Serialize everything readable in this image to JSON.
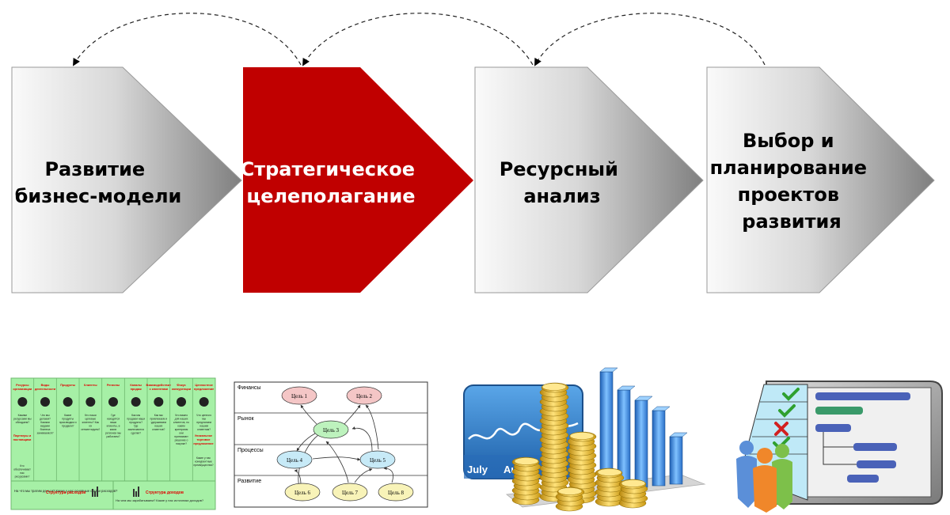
{
  "process": {
    "steps": [
      {
        "lines": [
          "Развитие",
          "бизнес-модели"
        ]
      },
      {
        "lines": [
          "Стратегическое",
          "целеполагание"
        ]
      },
      {
        "lines": [
          "Ресурсный",
          "анализ"
        ]
      },
      {
        "lines": [
          "Выбор и",
          "планирование",
          "проектов",
          "развития"
        ]
      }
    ],
    "active_step": 2,
    "colors": {
      "active": "#c00000",
      "inactive_light": "#f2f2f2",
      "inactive_dark": "#8c8c8c"
    }
  },
  "canvas": {
    "columns": [
      {
        "title": "Ресурсы организации",
        "q": "Какими ресурсами мы обладаем?"
      },
      {
        "title": "Виды деятельности",
        "q": "Что мы делаем? Какими видами бизнеса занимаемся?"
      },
      {
        "title": "Продукты",
        "q": "Какие продукты производим и продаем?"
      },
      {
        "title": "Клиенты",
        "q": "Кто наши целевые клиенты? Как их сегментируем?"
      },
      {
        "title": "Регионы",
        "q": "Где находятся наши клиенты, в каких регионах мы работаем?"
      },
      {
        "title": "Каналы продаж",
        "q": "Как мы продаем наши продукты? Где заключаются сделки?"
      },
      {
        "title": "Взаимодействие с клиентами",
        "q": "Как мы привлекаем и удерживаем наших клиентов?"
      },
      {
        "title": "Фокус конкуренции",
        "q": "Что важно для наших клиентов, по каким критериям они принимают решение о покупке?"
      },
      {
        "title": "Ценностное предложение",
        "q": "Что ценного мы предлагаем нашим клиентам?"
      }
    ],
    "partners": {
      "title": "Партнеры и поставщики",
      "q": "Кто обеспечивает нас ресурсами?"
    },
    "unique": {
      "title": "Уникальное торговое предложение",
      "q": "Какие у нас конкурентные преимущества?"
    },
    "bottom": {
      "costs_q": "На что мы тратим деньги? Какие у нас основные статьи расходов?",
      "costs_title": "Структура расходов",
      "income_title": "Структура доходов",
      "income_q": "На чем мы зарабатываем? Какие у нас источники доходов?"
    },
    "colors": {
      "bg": "#a6f0a6",
      "header": "#ff2020"
    }
  },
  "goal_map": {
    "rows": [
      "Финансы",
      "Рынок",
      "Процессы",
      "Развитие"
    ],
    "goals": [
      "Цель 1",
      "Цель 2",
      "Цель 3",
      "Цель 4",
      "Цель 5",
      "Цель 6",
      "Цель 7",
      "Цель 8"
    ]
  },
  "finance_image": {
    "months": [
      "July",
      "Aug"
    ]
  },
  "icons": {
    "canvas": "business-model-canvas-thumbnail",
    "finance": "coins-chart-icon",
    "gantt": "gantt-checklist-people-icon"
  }
}
